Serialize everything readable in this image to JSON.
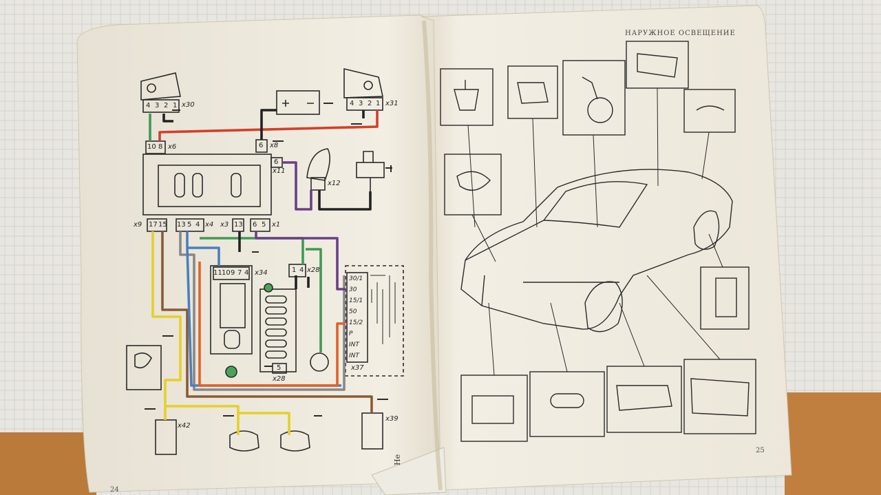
{
  "book": {
    "page_header_right": "НАРУЖНОЕ ОСВЕЩЕНИЕ",
    "page_number_left": "24",
    "page_number_right": "25",
    "underlying_page_text": "Не"
  },
  "diagram_labels": {
    "x30": "x30",
    "x31": "x31",
    "x6": "x6",
    "x8": "x8",
    "x11": "x11",
    "x12": "x12",
    "x9": "x9",
    "x4": "x4",
    "x3": "x3",
    "x1": "x1",
    "x34": "x34",
    "x28a": "x28",
    "x28b": "x28",
    "x37": "x37",
    "x42": "x42",
    "x39": "x39"
  },
  "pins": {
    "x30": [
      "4",
      "3",
      "2",
      "1"
    ],
    "x31": [
      "4",
      "3",
      "2",
      "1"
    ],
    "x6": [
      "10",
      "8"
    ],
    "x8": [
      "6"
    ],
    "x11": [
      "6"
    ],
    "x9": [
      "17",
      "15"
    ],
    "x4": [
      "13",
      "5",
      "4"
    ],
    "x3": [
      "13"
    ],
    "x1": [
      "6",
      "5"
    ],
    "x34": [
      "11",
      "10",
      "9",
      "7",
      "4"
    ],
    "x28a": [
      "1",
      "4"
    ],
    "x28b": [
      "5"
    ]
  },
  "switch_terminals": [
    "30/1",
    "30",
    "15/1",
    "50",
    "15/2",
    "P",
    "INT",
    "INT"
  ],
  "colors": {
    "paper": "#f1ede2",
    "ink": "#2a2a2a",
    "wire_red": "#d2402a",
    "wire_green": "#3f9a55",
    "wire_violet": "#6a3f8a",
    "wire_yellow": "#e6cf2a",
    "wire_brown": "#8a5a35",
    "wire_blue": "#4a7fc0",
    "wire_black": "#222222",
    "wire_gray": "#888888",
    "wire_orange": "#e0622a"
  }
}
